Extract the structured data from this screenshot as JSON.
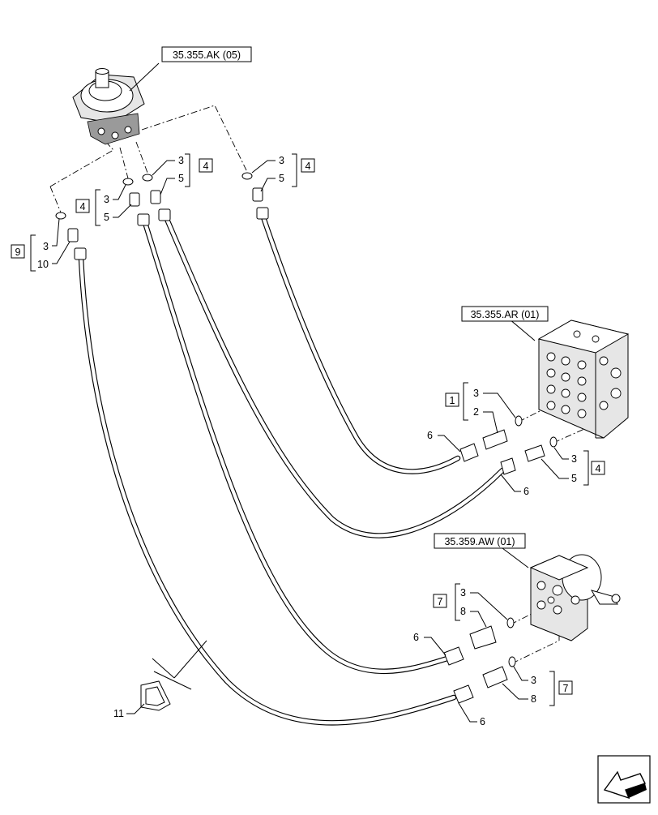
{
  "references": {
    "pilot_control": "35.355.AK (05)",
    "control_valve": "35.355.AR (01)",
    "accessory_valve": "35.359.AW (01)"
  },
  "kits": {
    "kit9": "9",
    "kit4_left": "4",
    "kit4_mid": "4",
    "kit4_right": "4",
    "kit1": "1",
    "kit4_valve": "4",
    "kit7_upper": "7",
    "kit7_lower": "7"
  },
  "items": {
    "o_ring": "3",
    "adapter_2": "2",
    "adapter_5": "5",
    "hose_6": "6",
    "fitting_8": "8",
    "adapter_10": "10",
    "guard_11": "11"
  },
  "icons": {
    "navigation": "arrow-left-icon"
  }
}
